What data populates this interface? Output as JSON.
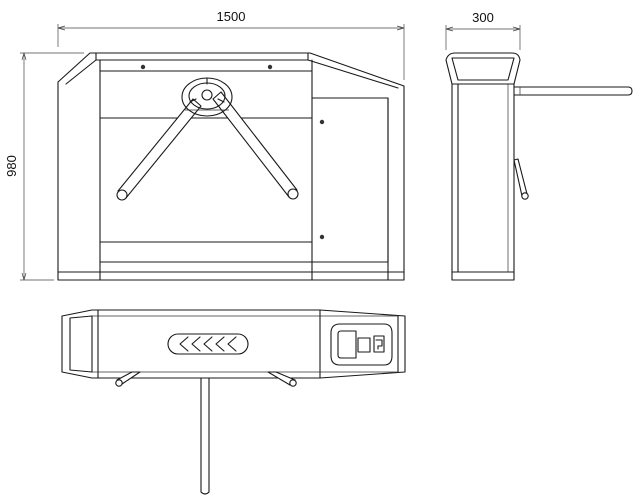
{
  "dimensions": {
    "width_label": "1500",
    "depth_label": "300",
    "height_label": "980"
  },
  "icons": {
    "direction_indicator": "chevron-left-arrows",
    "card_reader": "card-reader-icon"
  },
  "colors": {
    "line": "#1a1a1a",
    "background": "#ffffff"
  }
}
